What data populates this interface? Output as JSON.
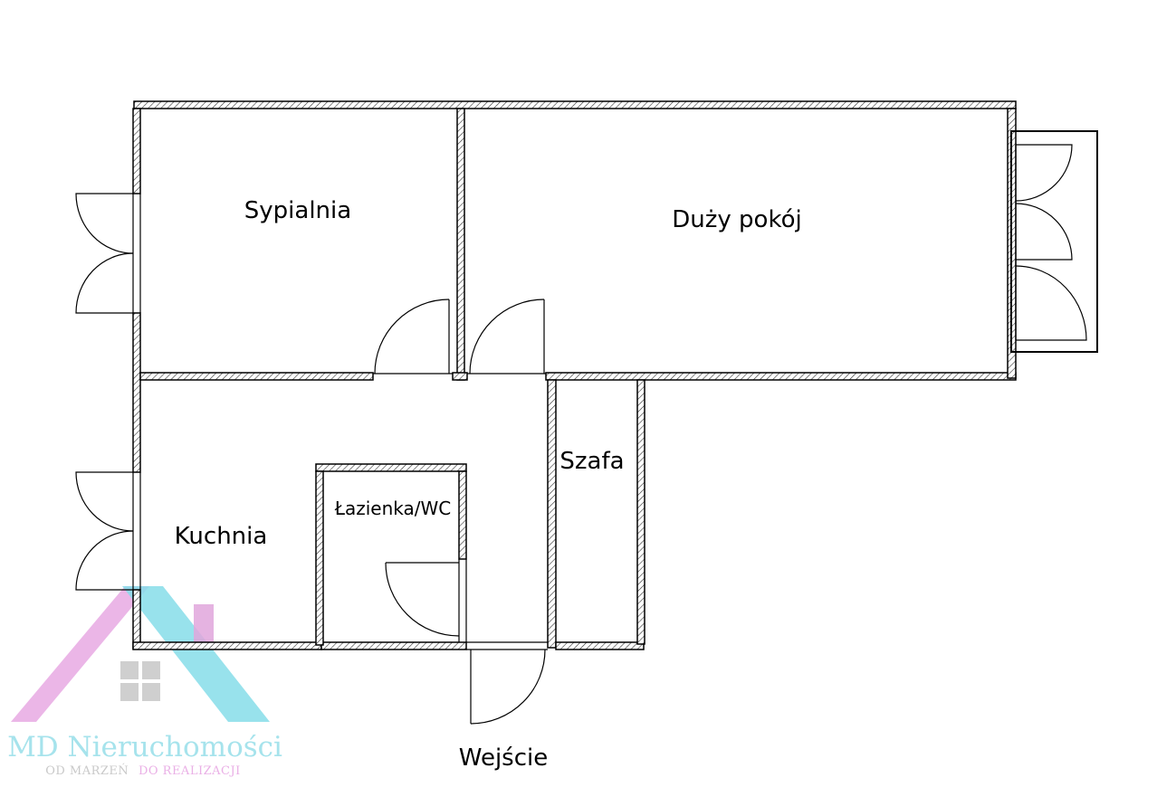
{
  "rooms": {
    "sypialnia": "Sypialnia",
    "duzy_pokoj": "Duży pokój",
    "kuchnia": "Kuchnia",
    "lazienka": "Łazienka/WC",
    "szafa": "Szafa",
    "wejscie": "Wejście"
  },
  "logo": {
    "name": "MD Nieruchomości",
    "tagline_part1": "OD MARZEŃ",
    "tagline_part2": "DO REALIZACJI",
    "colors": {
      "pink": "#e7a9e3",
      "cyan": "#86dde9",
      "grey": "#cfcfcf",
      "text_cyan": "#a6e3ec",
      "text_pink": "#eab0e6",
      "text_grey": "#c9c9c9"
    }
  },
  "colors": {
    "wall": "#000000",
    "background": "#ffffff"
  }
}
